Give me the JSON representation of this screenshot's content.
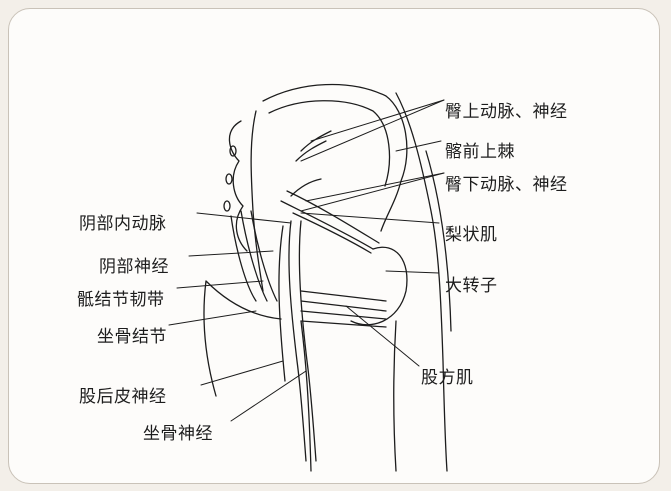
{
  "labels": {
    "superior_gluteal": "臀上动脉、神经",
    "ilium_spine": "髂前上棘",
    "inferior_gluteal": "臀下动脉、神经",
    "piriformis": "梨状肌",
    "greater_trochanter": "大转子",
    "quadratus_femoris": "股方肌",
    "internal_pudendal": "阴部内动脉",
    "pudendal_nerve": "阴部神经",
    "sacrotuberous": "骶结节韧带",
    "ischial_tuberosity": "坐骨结节",
    "posterior_femoral_cutaneous": "股后皮神经",
    "sciatic": "坐骨神经"
  },
  "colors": {
    "background": "#f3efe9",
    "panel": "#fdfcfa",
    "ink": "#1d1d1d",
    "border": "#c9c2b8"
  }
}
